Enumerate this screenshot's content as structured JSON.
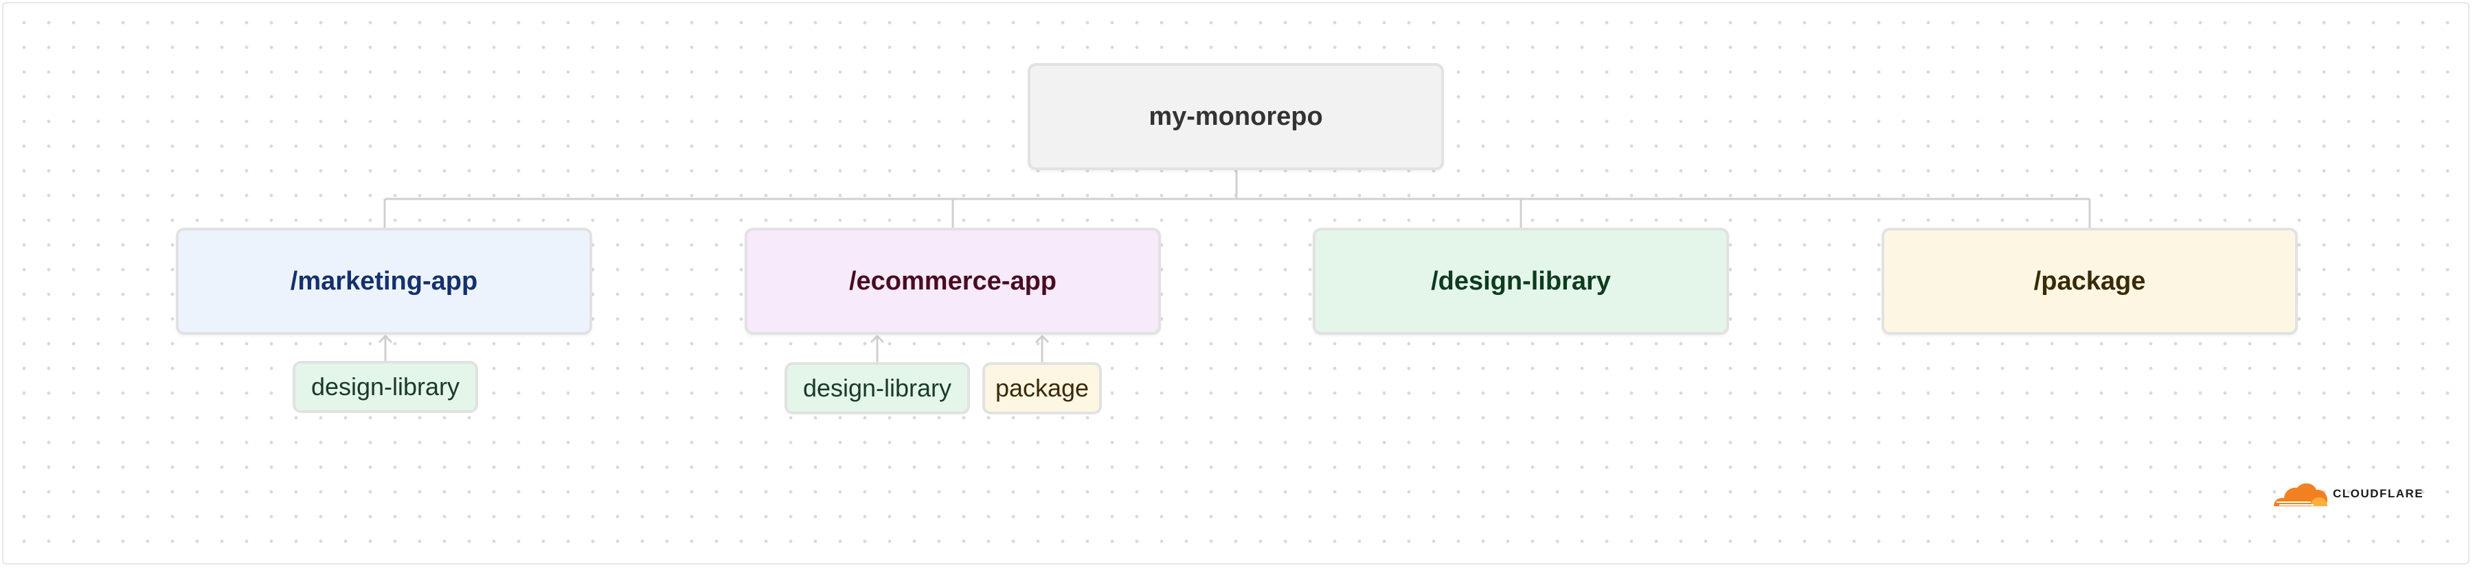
{
  "root": {
    "label": "my-monorepo"
  },
  "packages": [
    {
      "label": "/marketing-app"
    },
    {
      "label": "/ecommerce-app"
    },
    {
      "label": "/design-library"
    },
    {
      "label": "/package"
    }
  ],
  "dependencies": {
    "marketing_app": [
      "design-library"
    ],
    "ecommerce_app": [
      "design-library",
      "package"
    ]
  },
  "brand": {
    "logo_text": "CLOUDFLARE",
    "color": "#f38020"
  },
  "colors": {
    "connector": "#d0d0d0",
    "node_border": "#e2e2e2",
    "root_bg": "#f2f2f2",
    "marketing_bg": "#ecf3fd",
    "ecommerce_bg": "#f7eafa",
    "design_bg": "#e4f6ea",
    "package_bg": "#fdf6e3"
  }
}
